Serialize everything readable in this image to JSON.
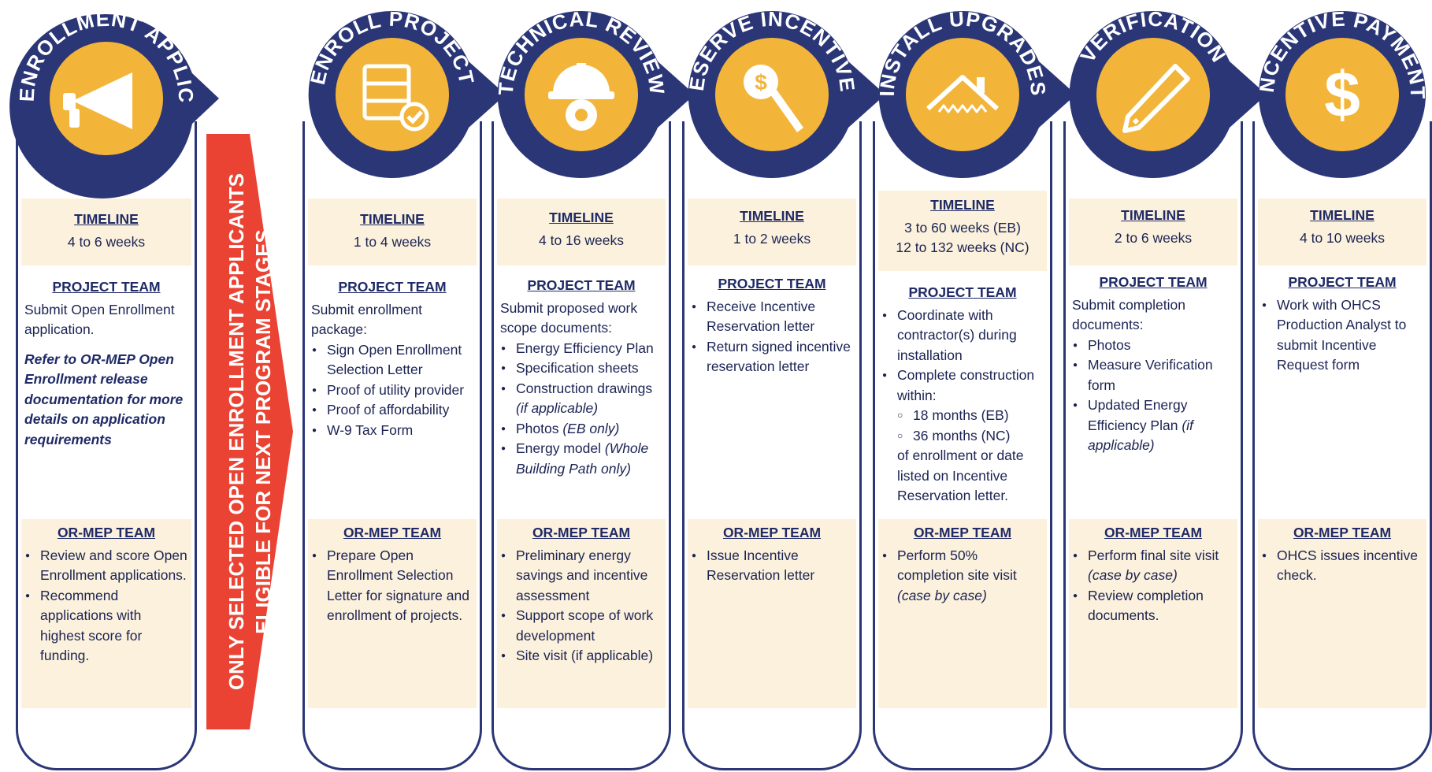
{
  "colors": {
    "navy": "#2b3677",
    "gold": "#f2b53a",
    "band": "#fcf1dc",
    "red": "#ea4333"
  },
  "arrow": {
    "line1": "ONLY SELECTED OPEN ENROLLMENT APPLICANTS",
    "line2": "ELIGIBLE FOR NEXT PROGRAM STAGES"
  },
  "stages": [
    {
      "title": "OPEN ENROLLMENT APPLICATION",
      "icon": "megaphone-icon",
      "timeline_label": "TIMELINE",
      "timeline": [
        "4 to 6 weeks"
      ],
      "project_label": "PROJECT TEAM",
      "project_intro": "Submit Open Enrollment application.",
      "project_note": "Refer to OR-MEP Open Enrollment release documentation for more details on application requirements",
      "ormep_label": "OR-MEP TEAM",
      "ormep_items": [
        "Review and score Open Enrollment applications.",
        "Recommend applications with highest score for funding."
      ]
    },
    {
      "title": "ENROLL PROJECT",
      "icon": "enrollment-database-check-icon",
      "timeline_label": "TIMELINE",
      "timeline": [
        "1 to 4 weeks"
      ],
      "project_label": "PROJECT TEAM",
      "project_intro": "Submit enrollment package:",
      "project_items": [
        "Sign Open Enrollment Selection Letter",
        "Proof of utility provider",
        "Proof of affordability",
        "W-9 Tax Form"
      ],
      "ormep_label": "OR-MEP TEAM",
      "ormep_items": [
        "Prepare Open Enrollment Selection Letter for signature and enrollment of projects."
      ]
    },
    {
      "title": "TECHNICAL REVIEW",
      "icon": "hardhat-gear-icon",
      "timeline_label": "TIMELINE",
      "timeline": [
        "4 to 16 weeks"
      ],
      "project_label": "PROJECT TEAM",
      "project_intro": "Submit proposed work scope documents:",
      "project_items": [
        "Energy Efficiency Plan",
        "Specification sheets",
        "Construction drawings",
        "Photos",
        "Energy model"
      ],
      "project_item_notes": [
        "",
        "",
        "(if applicable)",
        "(EB only)",
        "(Whole Building Path only)"
      ],
      "ormep_label": "OR-MEP TEAM",
      "ormep_items": [
        "Preliminary energy savings and incentive assessment",
        "Support scope of work development",
        "Site visit (if applicable)"
      ]
    },
    {
      "title": "RESERVE INCENTIVES",
      "icon": "dollar-wrench-icon",
      "timeline_label": "TIMELINE",
      "timeline": [
        "1 to 2 weeks"
      ],
      "project_label": "PROJECT TEAM",
      "project_items": [
        "Receive Incentive Reservation letter",
        "Return signed incentive reservation letter"
      ],
      "ormep_label": "OR-MEP TEAM",
      "ormep_items": [
        "Issue Incentive Reservation letter"
      ]
    },
    {
      "title": "INSTALL UPGRADES",
      "icon": "house-insulation-icon",
      "timeline_label": "TIMELINE",
      "timeline": [
        "3 to 60 weeks (EB)",
        "12 to 132 weeks (NC)"
      ],
      "project_label": "PROJECT TEAM",
      "project_items": [
        "Coordinate with contractor(s) during installation",
        "Complete construction within:"
      ],
      "project_subitems": [
        "18 months (EB)",
        "36 months (NC)"
      ],
      "project_tail": "of enrollment or date listed on Incentive Reservation letter.",
      "ormep_label": "OR-MEP TEAM",
      "ormep_items": [
        "Perform 50% completion site visit"
      ],
      "ormep_item_notes": [
        "(case by case)"
      ]
    },
    {
      "title": "VERIFICATION",
      "icon": "pencil-icon",
      "timeline_label": "TIMELINE",
      "timeline": [
        "2 to 6 weeks"
      ],
      "project_label": "PROJECT TEAM",
      "project_intro": "Submit completion documents:",
      "project_items": [
        "Photos",
        "Measure Verification form",
        "Updated Energy Efficiency Plan"
      ],
      "project_item_notes": [
        "",
        "",
        "(if applicable)"
      ],
      "ormep_label": "OR-MEP TEAM",
      "ormep_items": [
        "Perform final site visit",
        "Review completion documents."
      ],
      "ormep_item_notes": [
        "(case by case)",
        ""
      ]
    },
    {
      "title": "INCENTIVE PAYMENT",
      "icon": "dollar-sign-icon",
      "timeline_label": "TIMELINE",
      "timeline": [
        "4 to 10 weeks"
      ],
      "project_label": "PROJECT TEAM",
      "project_items": [
        "Work with OHCS Production Analyst to submit Incentive Request form"
      ],
      "ormep_label": "OR-MEP TEAM",
      "ormep_items": [
        "OHCS issues incentive check."
      ]
    }
  ]
}
